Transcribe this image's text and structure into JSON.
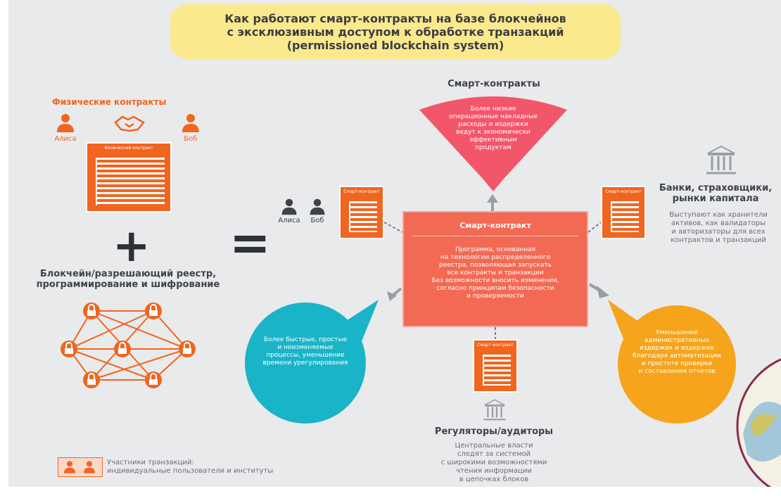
{
  "title": "Как работают смарт-контракты на базе блокчейнов\nс эксклюзивным доступом к обработке транзакций\n(permissioned blockchain system)",
  "physical": {
    "heading": "Физические контракты",
    "alice": "Алиса",
    "bob": "Боб",
    "doc_label": "Физический контракт"
  },
  "blockchain": {
    "caption_line1": "Блокчейн/разрешающий реестр,",
    "caption_line2": "программирование и шифрование"
  },
  "smart_contracts": {
    "heading": "Смарт-контракты",
    "fan_text": "Более низкие\nоперационные накладные\nрасходы и издержки\nведут к экономически\nэффективным\nпродуктам"
  },
  "participants": {
    "alice": "Алиса",
    "bob": "Боб"
  },
  "smart_contract_box": {
    "title": "Смарт-контракт",
    "text": "Программа, основанная\nна технологии распределенного\nреестра, позволяющая запускать\nвсе контракты и транзакции\nБез возможности вносить изменения,\nсогласно принципам безопасности\nи проверяемости"
  },
  "mini_doc_label": "Смарт-контракт",
  "banks": {
    "heading_line1": "Банки, страховщики,",
    "heading_line2": "рынки капитала",
    "text": "Выступают как хранители\nактивов, как валидаторы\nи авторизаторы для всех\nконтрактов и транзакций"
  },
  "teal_bubble": {
    "text": "Более быстрые, простые\nи неизменяемые\nпроцессы, уменьшение\nвремени урегулирования"
  },
  "orange_bubble": {
    "text": "Уменьшение\nадминистративных\nиздержек и издержек\nблагодаря автоматизации\nи простоте проверки\nи составления отчетов"
  },
  "regulators": {
    "heading": "Регуляторы/аудиторы",
    "text": "Центральные власти\nследят за системой\nс широкими возможностями\nчтения информации\nв цепочках блоков"
  },
  "legend": {
    "line1": "Участники транзакций:",
    "line2": "индивидуальные пользователи и институты"
  },
  "colors": {
    "background": "#e9eaec",
    "title_bg": "#fbe98e",
    "orange": "#f0651f",
    "coral": "#f26a54",
    "pink_fan": "#f2566a",
    "teal": "#1ab4c8",
    "amber": "#f5a41c",
    "dark": "#3f4247"
  },
  "icons": {
    "person": "person-icon",
    "handshake": "handshake-icon",
    "lock": "lock-icon",
    "building": "building-icon",
    "arrow": "arrow-icon"
  }
}
